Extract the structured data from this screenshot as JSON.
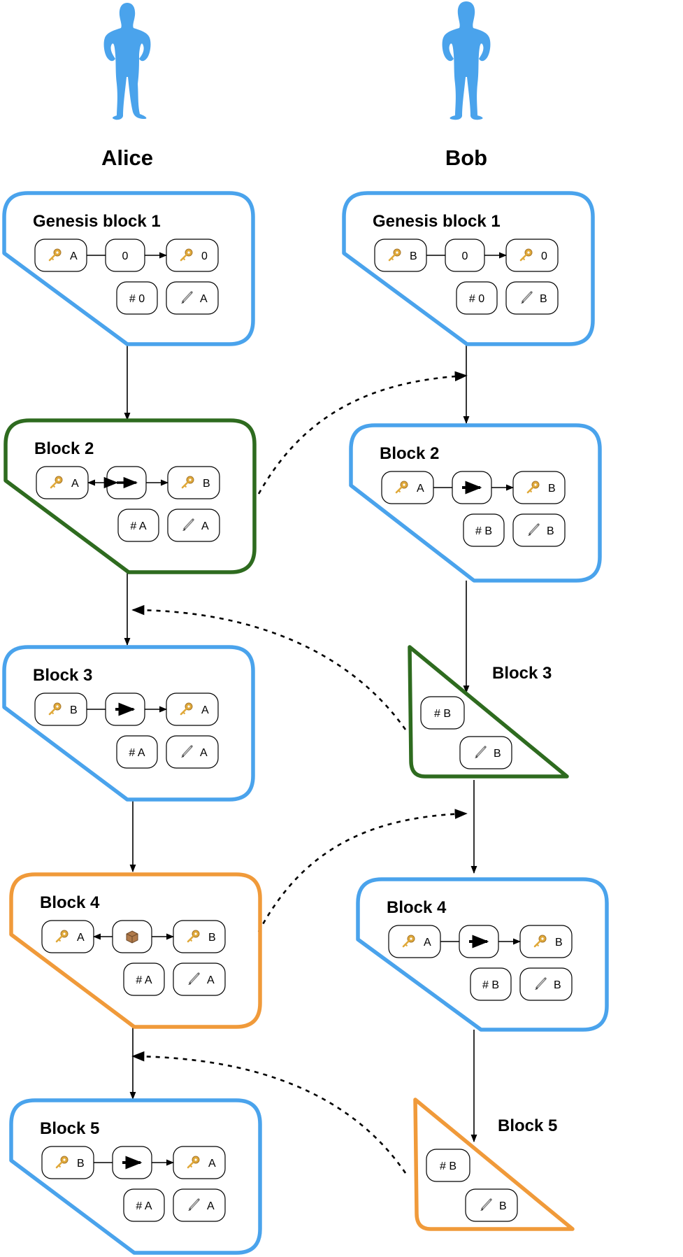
{
  "colors": {
    "blue": "#4aa3ec",
    "green": "#2e6b1f",
    "orange": "#f09a3a",
    "person": "#4aa3ec",
    "key": "#e0a93a",
    "pen": "#777777",
    "box": "#b07a4a"
  },
  "actors": [
    {
      "name": "Alice",
      "icon": "person-icon"
    },
    {
      "name": "Bob",
      "icon": "person-icon"
    }
  ],
  "alice_blocks": [
    {
      "title": "Genesis block 1",
      "border": "blue",
      "shape": "pentagon",
      "left_key": "A",
      "action": "0",
      "action_icon": "text",
      "right_key": "0",
      "hash": "0",
      "sig": "A"
    },
    {
      "title": "Block 2",
      "border": "green",
      "shape": "pentagon",
      "left_key": "A",
      "action": "",
      "action_icon": "double-arrow-icon",
      "right_key": "B",
      "hash": "A",
      "sig": "A"
    },
    {
      "title": "Block 3",
      "border": "blue",
      "shape": "pentagon",
      "left_key": "B",
      "action": "",
      "action_icon": "arrow-right-icon",
      "right_key": "A",
      "hash": "A",
      "sig": "A"
    },
    {
      "title": "Block 4",
      "border": "orange",
      "shape": "pentagon",
      "left_key": "A",
      "action": "",
      "action_icon": "package-icon",
      "right_key": "B",
      "hash": "A",
      "sig": "A"
    },
    {
      "title": "Block 5",
      "border": "blue",
      "shape": "pentagon",
      "left_key": "B",
      "action": "",
      "action_icon": "arrow-right-icon",
      "right_key": "A",
      "hash": "A",
      "sig": "A"
    }
  ],
  "bob_blocks": [
    {
      "title": "Genesis block 1",
      "border": "blue",
      "shape": "pentagon",
      "left_key": "B",
      "action": "0",
      "action_icon": "text",
      "right_key": "0",
      "hash": "0",
      "sig": "B"
    },
    {
      "title": "Block 2",
      "border": "blue",
      "shape": "pentagon",
      "left_key": "A",
      "action": "",
      "action_icon": "arrow-right-icon",
      "right_key": "B",
      "hash": "B",
      "sig": "B"
    },
    {
      "title": "Block 3",
      "border": "green",
      "shape": "triangle",
      "hash": "B",
      "sig": "B"
    },
    {
      "title": "Block 4",
      "border": "blue",
      "shape": "pentagon",
      "left_key": "A",
      "action": "",
      "action_icon": "arrow-right-icon",
      "right_key": "B",
      "hash": "B",
      "sig": "B"
    },
    {
      "title": "Block 5",
      "border": "orange",
      "shape": "triangle",
      "hash": "B",
      "sig": "B"
    }
  ],
  "symbols": {
    "hash": "#"
  }
}
